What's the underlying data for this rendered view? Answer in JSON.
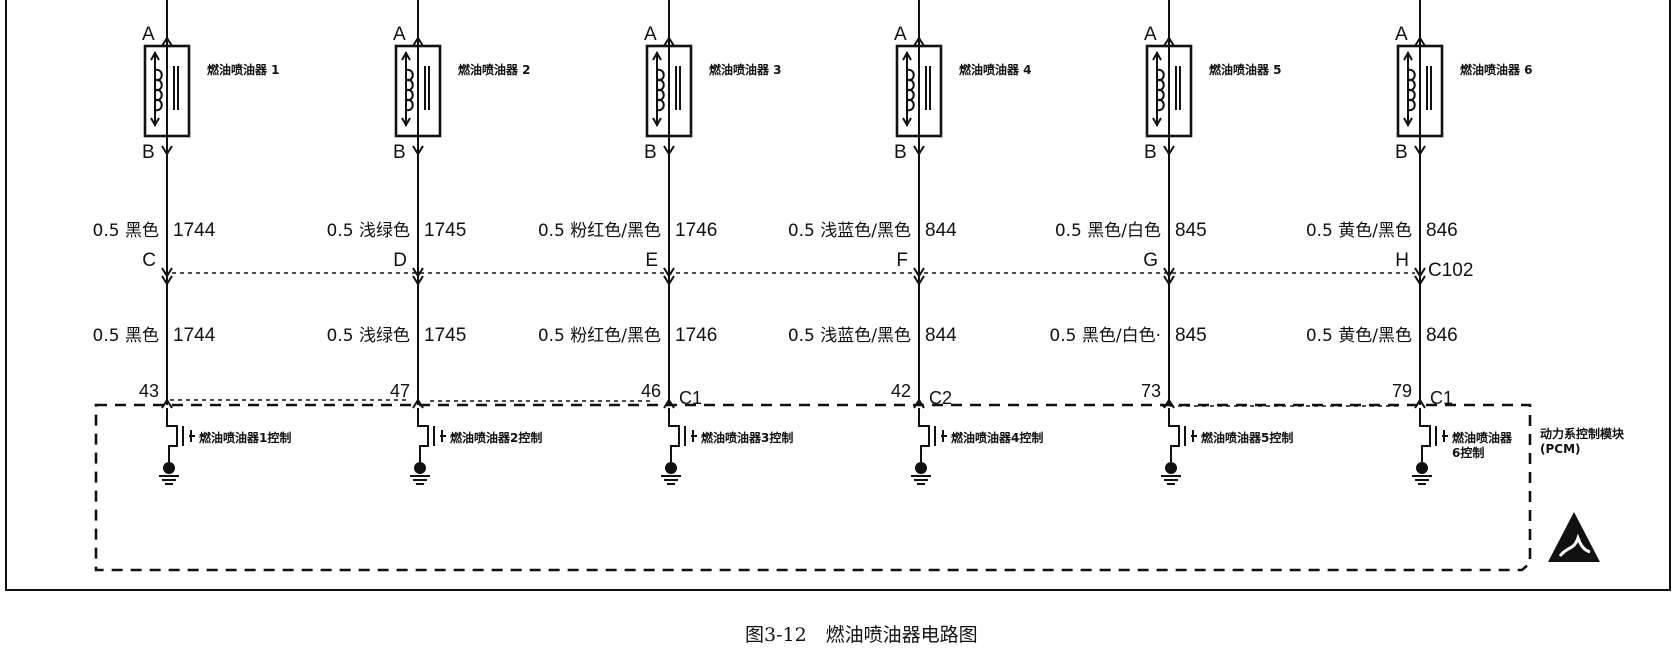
{
  "injectors": [
    {
      "name": "燃油喷油器 1",
      "pin_top": "A",
      "pin_bottom": "B",
      "wire_upper": "0.5 黑色",
      "circuit_upper": "1744",
      "connector_letter": "C",
      "wire_lower": "0.5 黑色",
      "circuit_lower": "1744",
      "pcm_pin": "43",
      "pcm_connector": "",
      "control": "燃油喷油器1控制",
      "control2": ""
    },
    {
      "name": "燃油喷油器 2",
      "pin_top": "A",
      "pin_bottom": "B",
      "wire_upper": "0.5 浅绿色",
      "circuit_upper": "1745",
      "connector_letter": "D",
      "wire_lower": "0.5 浅绿色",
      "circuit_lower": "1745",
      "pcm_pin": "47",
      "pcm_connector": "",
      "control": "燃油喷油器2控制",
      "control2": ""
    },
    {
      "name": "燃油喷油器 3",
      "pin_top": "A",
      "pin_bottom": "B",
      "wire_upper": "0.5 粉红色/黑色",
      "circuit_upper": "1746",
      "connector_letter": "E",
      "wire_lower": "0.5 粉红色/黑色",
      "circuit_lower": "1746",
      "pcm_pin": "46",
      "pcm_connector": "C1",
      "control": "燃油喷油器3控制",
      "control2": ""
    },
    {
      "name": "燃油喷油器 4",
      "pin_top": "A",
      "pin_bottom": "B",
      "wire_upper": "0.5 浅蓝色/黑色",
      "circuit_upper": "844",
      "connector_letter": "F",
      "wire_lower": "0.5 浅蓝色/黑色",
      "circuit_lower": "844",
      "pcm_pin": "42",
      "pcm_connector": "C2",
      "control": "燃油喷油器4控制",
      "control2": ""
    },
    {
      "name": "燃油喷油器 5",
      "pin_top": "A",
      "pin_bottom": "B",
      "wire_upper": "0.5 黑色/白色",
      "circuit_upper": "845",
      "connector_letter": "G",
      "wire_lower": "0.5 黑色/白色·",
      "circuit_lower": "845",
      "pcm_pin": "73",
      "pcm_connector": "",
      "control": "燃油喷油器5控制",
      "control2": ""
    },
    {
      "name": "燃油喷油器 6",
      "pin_top": "A",
      "pin_bottom": "B",
      "wire_upper": "0.5 黄色/黑色",
      "circuit_upper": "846",
      "connector_letter": "H",
      "wire_lower": "0.5 黄色/黑色",
      "circuit_lower": "846",
      "pcm_pin": "79",
      "pcm_connector": "C1",
      "control": "燃油喷油器",
      "control2": "6控制"
    }
  ],
  "connector_id": "C102",
  "pcm_label": "动力系控制模块",
  "pcm_abbr": "(PCM)",
  "esd_icon": "esd-warning-icon",
  "caption": "图3-12　燃油喷油器电路图"
}
